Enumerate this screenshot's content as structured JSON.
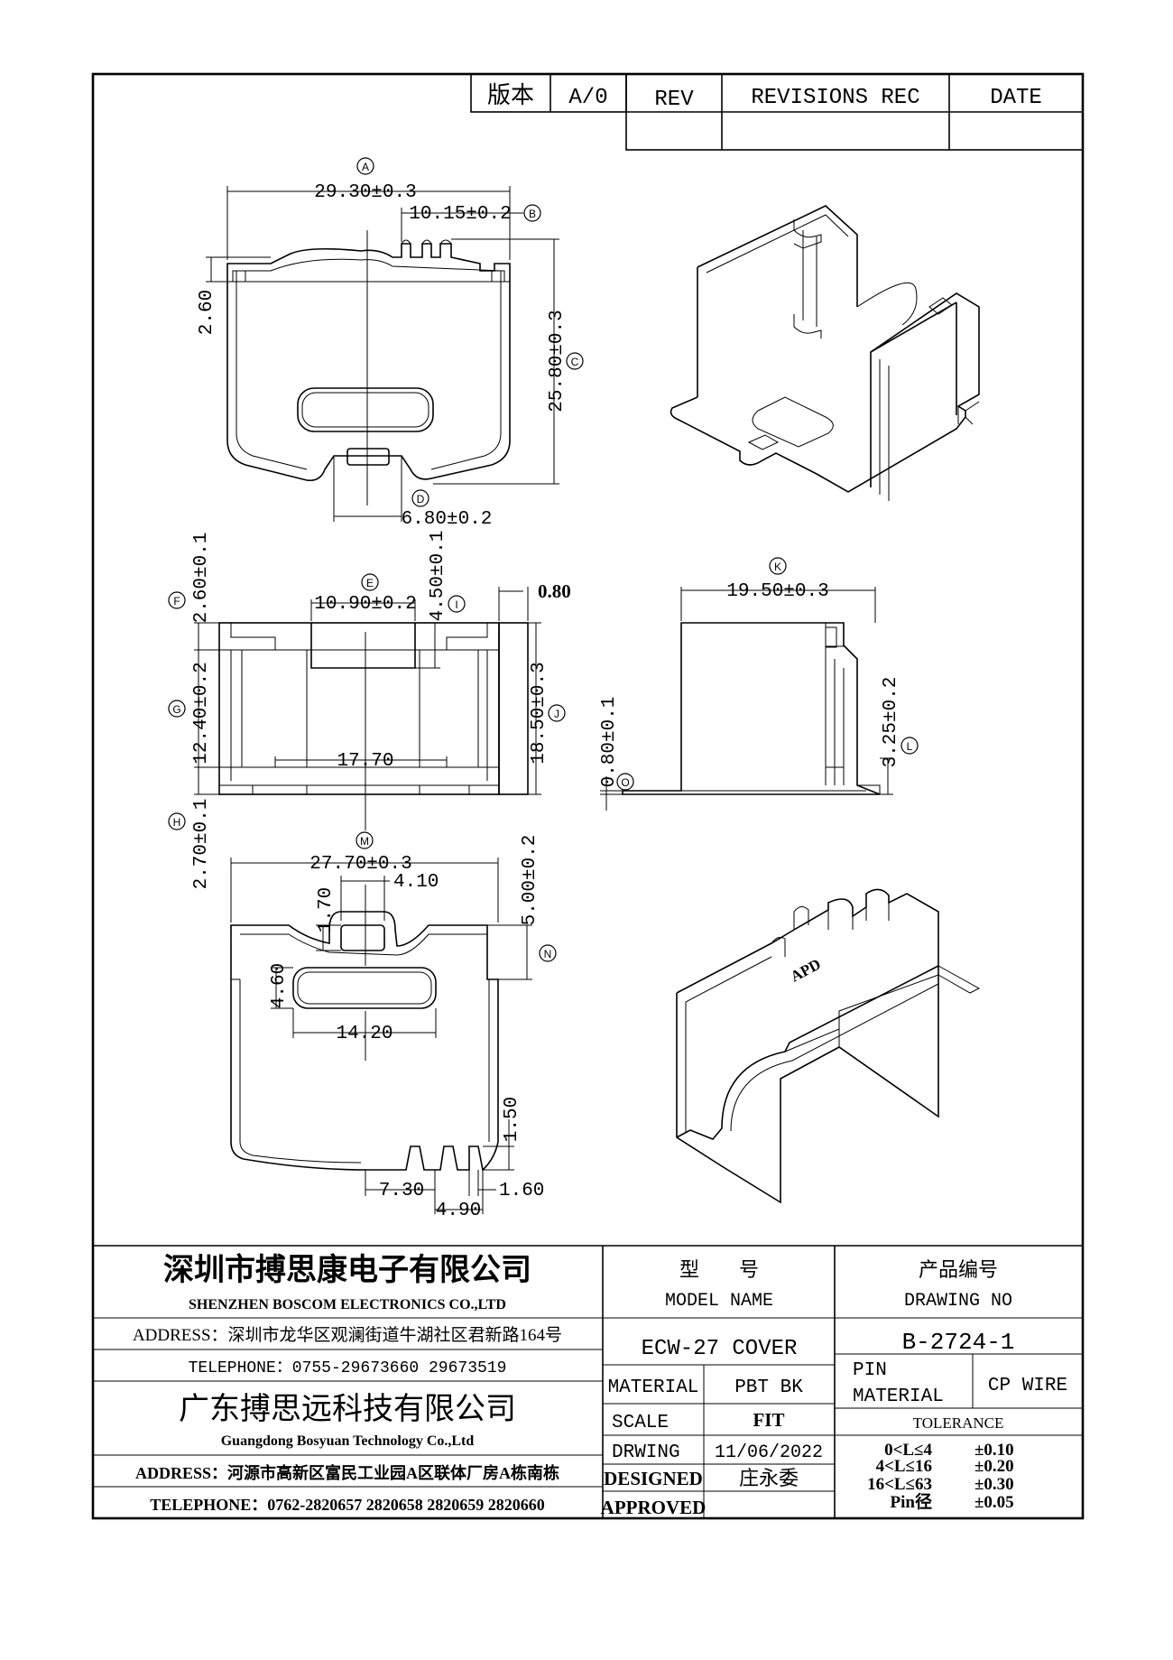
{
  "revision_block": {
    "version_label": "版本",
    "version_value": "A/0",
    "rev_header": "REV",
    "revisions_header": "REVISIONS REC",
    "date_header": "DATE"
  },
  "top_view": {
    "dim_a": "29.30±0.3",
    "dim_b": "10.15±0.2",
    "dim_c": "25.80±0.3",
    "dim_d": "6.80±0.2",
    "dim_260": "2.60"
  },
  "front_view": {
    "dim_e": "10.90±0.2",
    "dim_f": "2.60±0.1",
    "dim_i": "4.50±0.1",
    "dim_080": "0.80",
    "dim_g": "12.40±0.2",
    "dim_j": "18.50±0.3",
    "dim_1770": "17.70",
    "dim_h": "2.70±0.1"
  },
  "side_view": {
    "dim_k": "19.50±0.3",
    "dim_o": "0.80±0.1",
    "dim_l": "3.25±0.2"
  },
  "bottom_view": {
    "dim_m": "27.70±0.3",
    "dim_410": "4.10",
    "dim_170": "1.70",
    "dim_n": "5.00±0.2",
    "dim_460": "4.60",
    "dim_1420": "14.20",
    "dim_150": "1.50",
    "dim_730": "7.30",
    "dim_160": "1.60",
    "dim_490": "4.90"
  },
  "circle_labels": {
    "a": "A",
    "b": "B",
    "c": "C",
    "d": "D",
    "e": "E",
    "f": "F",
    "g": "G",
    "h": "H",
    "i": "I",
    "j": "J",
    "k": "K",
    "l": "L",
    "m": "M",
    "n": "N",
    "o": "O"
  },
  "iso_bottom_marking": "APD",
  "title_block": {
    "company1_cn": "深圳市搏思康电子有限公司",
    "company1_en": "SHENZHEN BOSCOM ELECTRONICS CO.,LTD",
    "address1": "ADDRESS：深圳市龙华区观澜街道牛湖社区君新路164号",
    "telephone1": "TELEPHONE：0755-29673660 29673519",
    "company2_cn": "广东搏思远科技有限公司",
    "company2_en": "Guangdong Bosyuan Technology Co.,Ltd",
    "address2": "ADDRESS：河源市高新区富民工业园A区联体厂房A栋南栋",
    "telephone2": "TELEPHONE：0762-2820657 2820658 2820659 2820660",
    "model_cn": "型　　号",
    "model_en": "MODEL NAME",
    "model_value": "ECW-27 COVER",
    "drawing_cn": "产品编号",
    "drawing_en": "DRAWING NO",
    "drawing_value": "B-2724-1",
    "material_label": "MATERIAL",
    "material_value": "PBT BK",
    "pin_material_label_1": "PIN",
    "pin_material_label_2": "MATERIAL",
    "pin_material_value": "CP WIRE",
    "scale_label": "SCALE",
    "scale_value": "FIT",
    "drawing_date_label": "DRWING",
    "drawing_date_value": "11/06/2022",
    "designed_label": "DESIGNED",
    "designed_value": "庄永委",
    "approved_label": "APPROVED",
    "tolerance_label": "TOLERANCE",
    "tolerances": [
      {
        "range": "0<L≤4",
        "value": "±0.10"
      },
      {
        "range": "4<L≤16",
        "value": "±0.20"
      },
      {
        "range": "16<L≤63",
        "value": "±0.30"
      },
      {
        "range": "Pin径",
        "value": "±0.05"
      }
    ]
  }
}
